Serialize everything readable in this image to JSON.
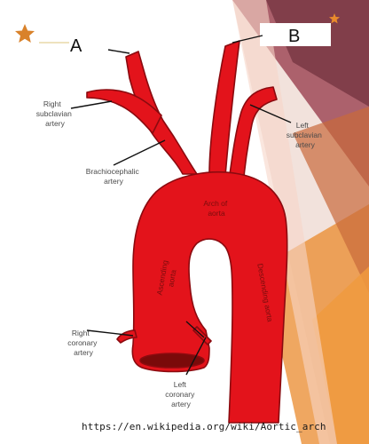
{
  "slide": {
    "marker_a": "A",
    "marker_b": "B",
    "source_url": "https://en.wikipedia.org/wiki/Aortic_arch"
  },
  "diagram": {
    "labels": {
      "right_subclavian": [
        "Right",
        "subclavian",
        "artery"
      ],
      "left_subclavian": [
        "Left",
        "subclavian",
        "artery"
      ],
      "brachiocephalic": [
        "Brachiocephalic",
        "artery"
      ],
      "arch": [
        "Arch of",
        "aorta"
      ],
      "ascending": [
        "Ascending",
        "aorta"
      ],
      "descending": "Descending aorta",
      "right_coronary": [
        "Right",
        "coronary",
        "artery"
      ],
      "left_coronary": [
        "Left",
        "coronary",
        "artery"
      ]
    }
  },
  "colors": {
    "vessel": "#e3131b",
    "vessel_outline": "#8b0a0f",
    "accent_orange": "#e98a2c",
    "accent_mauve": "#8c4a57",
    "star": "#d9822b"
  }
}
